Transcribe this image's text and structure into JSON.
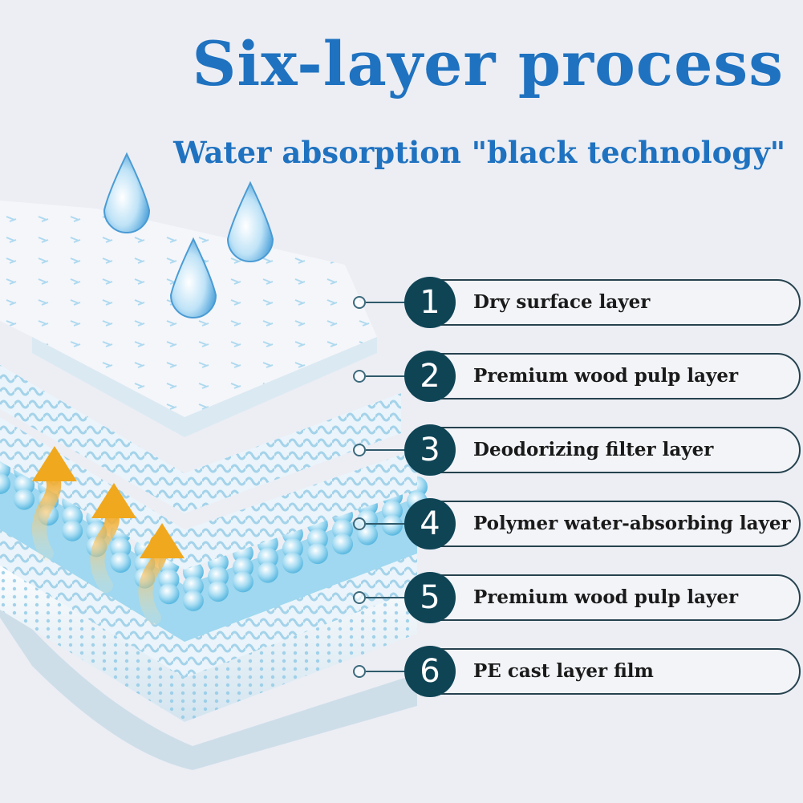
{
  "header": {
    "title": "Six-layer process",
    "subtitle": "Water absorption \"black technology\""
  },
  "layers": [
    {
      "number": "1",
      "label": "Dry surface layer"
    },
    {
      "number": "2",
      "label": "Premium wood pulp layer"
    },
    {
      "number": "3",
      "label": "Deodorizing filter layer"
    },
    {
      "number": "4",
      "label": "Polymer water-absorbing layer"
    },
    {
      "number": "5",
      "label": "Premium wood pulp layer"
    },
    {
      "number": "6",
      "label": "PE cast layer film"
    }
  ],
  "colors": {
    "title": "#1f72c0",
    "badge": "#0f4455",
    "background": "#eceef4",
    "water_drop": "#6fb8e8",
    "arrow": "#f0b030"
  },
  "icons": [
    "water-drop-icon",
    "upward-arrow-icon"
  ]
}
